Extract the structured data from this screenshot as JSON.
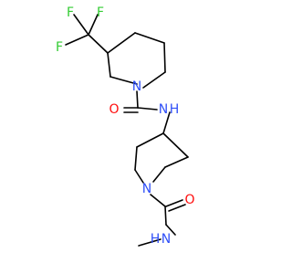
{
  "molecule": {
    "atoms": {
      "f1": "F",
      "f2": "F",
      "f3": "F",
      "n_ring_top": "N",
      "o_carbonyl_top": "O",
      "nh_amide_top": "N",
      "h_amide_top": "H",
      "n_ring_bottom": "N",
      "o_carbonyl_bottom": "O",
      "nh_amide_bottom": "N",
      "h_amide_bottom": "H"
    },
    "colors": {
      "bond": "#000000",
      "fluorine": "#33cc33",
      "nitrogen": "#3050f8",
      "oxygen": "#ff0d0d"
    }
  }
}
